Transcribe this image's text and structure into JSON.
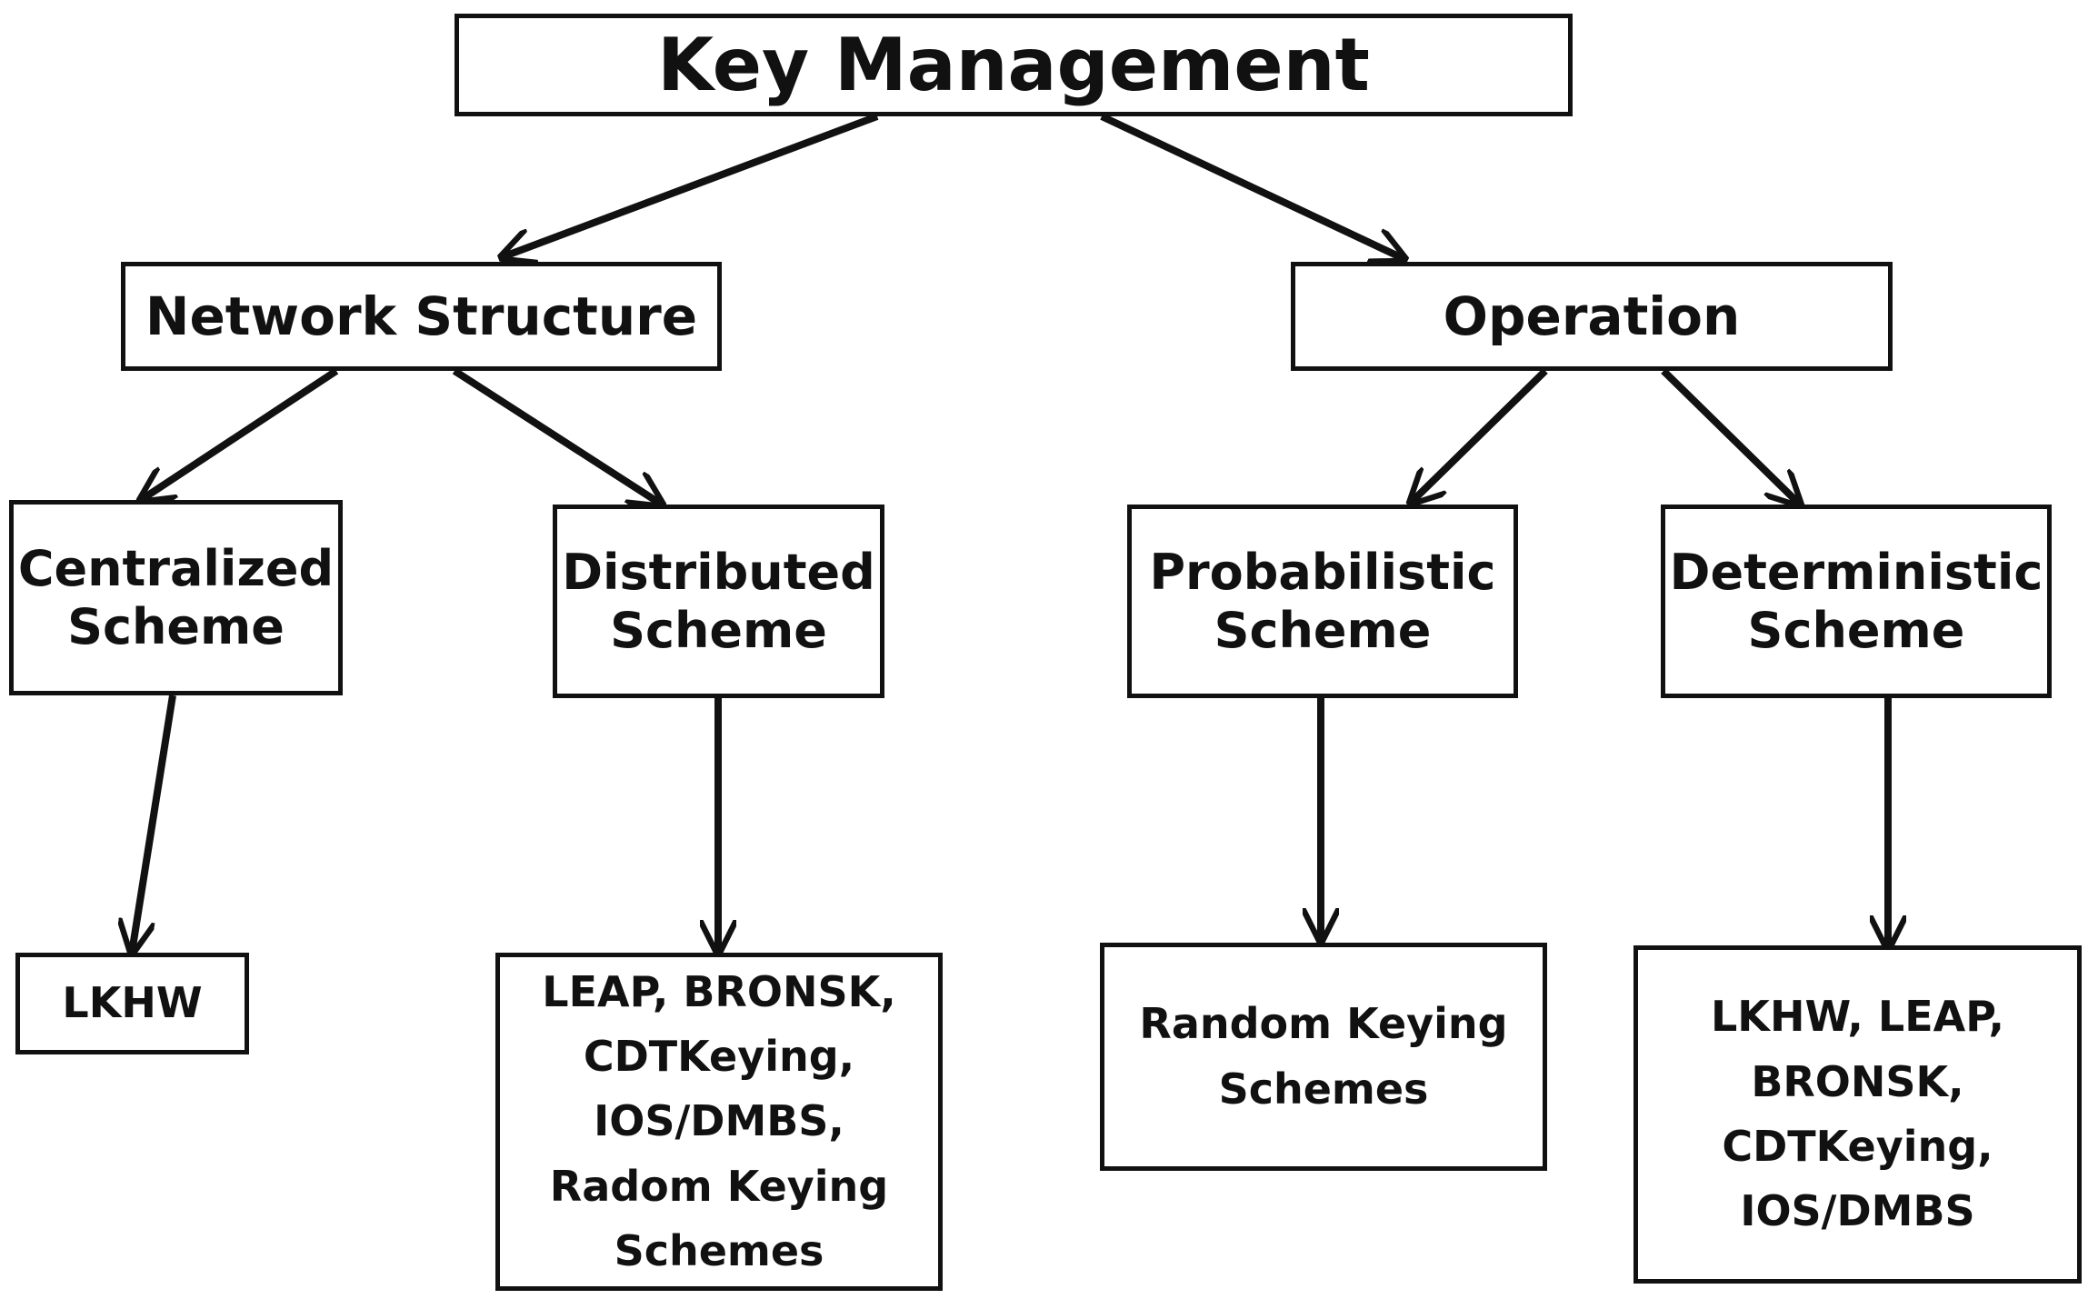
{
  "root": {
    "label": "Key Management"
  },
  "categories": {
    "network_structure": "Network Structure",
    "operation": "Operation"
  },
  "schemes": {
    "centralized": "Centralized\nScheme",
    "distributed": "Distributed\nScheme",
    "probabilistic": "Probabilistic\nScheme",
    "deterministic": "Deterministic\nScheme"
  },
  "examples": {
    "centralized": "LKHW",
    "distributed": "LEAP, BRONSK,\nCDTKeying,\nIOS/DMBS,\nRadom Keying\nSchemes",
    "probabilistic": "Random Keying\nSchemes",
    "deterministic": "LKHW, LEAP,\nBRONSK,\nCDTKeying,\nIOS/DMBS"
  },
  "colors": {
    "line": "#111111",
    "background": "#ffffff"
  }
}
